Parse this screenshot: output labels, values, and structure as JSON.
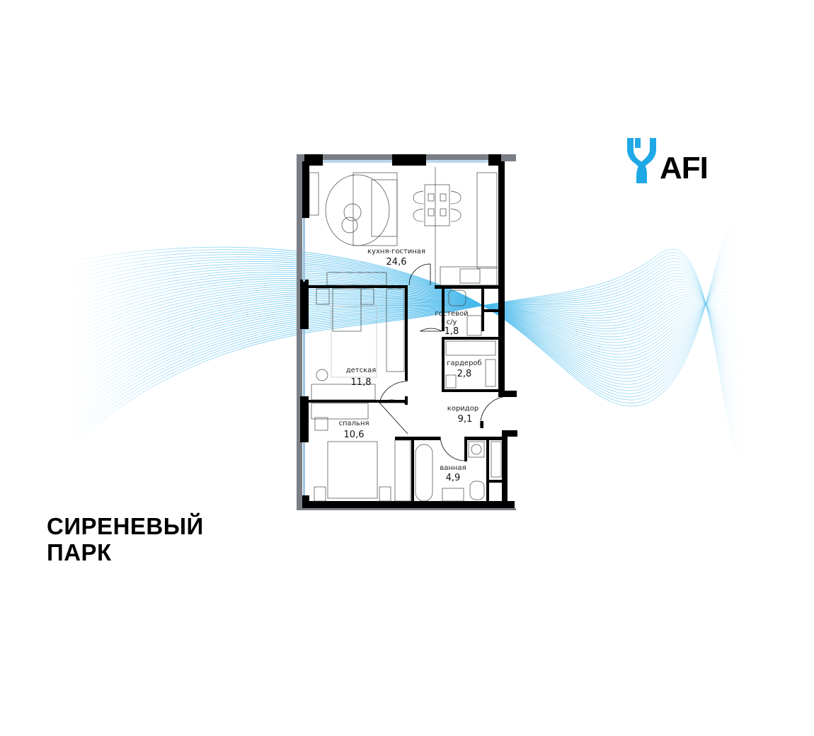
{
  "brand": {
    "logo_text": "AFI",
    "logo_icon": "afi-ribbon-icon",
    "accent_color": "#1fa8e6",
    "text_color": "#000000"
  },
  "project": {
    "title_line1": "СИРЕНЕВЫЙ",
    "title_line2": "ПАРК"
  },
  "floorplan": {
    "wave_color": "#5bc3ef",
    "wall_color": "#000000",
    "rooms": [
      {
        "id": "kitchen-living",
        "label": "кухня-гостиная",
        "area": "24,6"
      },
      {
        "id": "guest-bathroom",
        "label": "гостевой\nс/у",
        "label_line1": "гостевой",
        "label_line2": "с/у",
        "area": "1,8"
      },
      {
        "id": "wardrobe",
        "label": "гардероб",
        "area": "2,8"
      },
      {
        "id": "kids-room",
        "label": "детская",
        "area": "11,8"
      },
      {
        "id": "corridor",
        "label": "коридор",
        "area": "9,1"
      },
      {
        "id": "bedroom",
        "label": "спальня",
        "area": "10,6"
      },
      {
        "id": "bathroom",
        "label": "ванная",
        "area": "4,9"
      }
    ]
  }
}
